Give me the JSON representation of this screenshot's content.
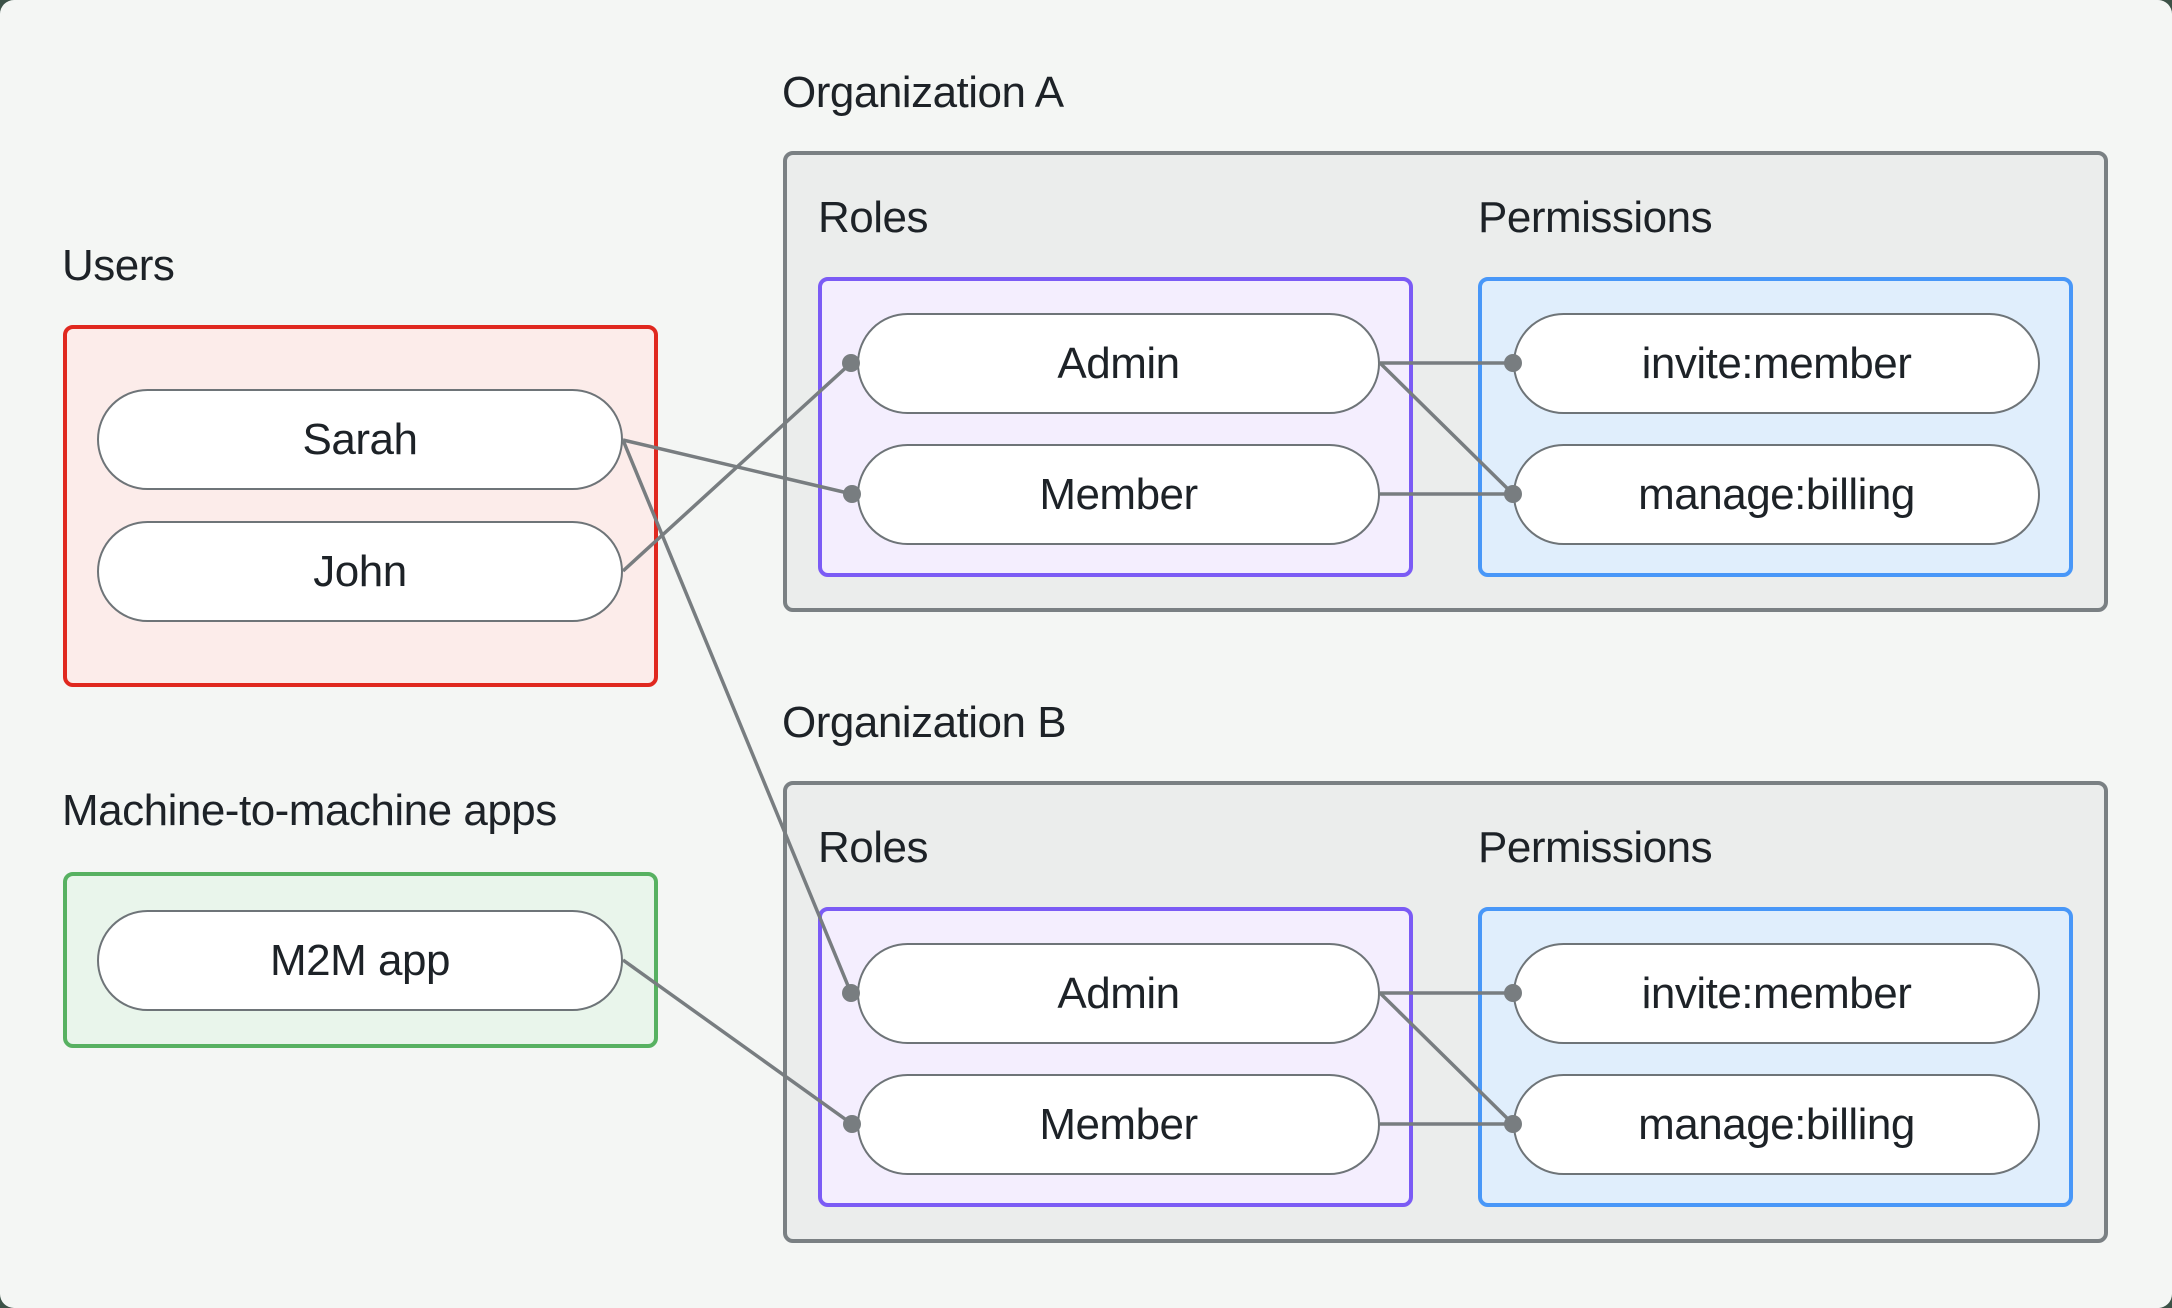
{
  "page": {
    "background": "#f4f6f4",
    "outside_background": "#3c5247"
  },
  "users_group": {
    "label": "Users",
    "border_color": "#e0281f",
    "fill_color": "#fcecea",
    "items": [
      {
        "name": "Sarah"
      },
      {
        "name": "John"
      }
    ]
  },
  "m2m_group": {
    "label": "Machine-to-machine apps",
    "border_color": "#57b161",
    "fill_color": "#e9f5eb",
    "items": [
      {
        "name": "M2M app"
      }
    ]
  },
  "organizations": [
    {
      "name": "Organization A",
      "roles_title": "Roles",
      "permissions_title": "Permissions",
      "roles": [
        {
          "name": "Admin"
        },
        {
          "name": "Member"
        }
      ],
      "permissions": [
        {
          "name": "invite:member"
        },
        {
          "name": "manage:billing"
        }
      ]
    },
    {
      "name": "Organization B",
      "roles_title": "Roles",
      "permissions_title": "Permissions",
      "roles": [
        {
          "name": "Admin"
        },
        {
          "name": "Member"
        }
      ],
      "permissions": [
        {
          "name": "invite:member"
        },
        {
          "name": "manage:billing"
        }
      ]
    }
  ],
  "connections": [
    {
      "from": "Sarah",
      "to": "Organization A / Member"
    },
    {
      "from": "John",
      "to": "Organization A / Admin"
    },
    {
      "from": "Sarah",
      "to": "Organization B / Admin"
    },
    {
      "from": "M2M app",
      "to": "Organization B / Member"
    },
    {
      "from": "Organization A / Admin",
      "to": "Organization A / invite:member"
    },
    {
      "from": "Organization A / Admin",
      "to": "Organization A / manage:billing"
    },
    {
      "from": "Organization A / Member",
      "to": "Organization A / manage:billing"
    },
    {
      "from": "Organization B / Admin",
      "to": "Organization B / invite:member"
    },
    {
      "from": "Organization B / Admin",
      "to": "Organization B / manage:billing"
    },
    {
      "from": "Organization B / Member",
      "to": "Organization B / manage:billing"
    }
  ],
  "colors": {
    "roles_border": "#7b5bf5",
    "roles_fill": "#f4eefe",
    "permissions_border": "#4897f8",
    "permissions_fill": "#e0eefc",
    "org_border": "#7a8083",
    "org_fill": "#ebedec",
    "pill_border": "#6e7478",
    "pill_fill": "#ffffff",
    "edge_line": "#787d80",
    "text": "#1d2227"
  }
}
